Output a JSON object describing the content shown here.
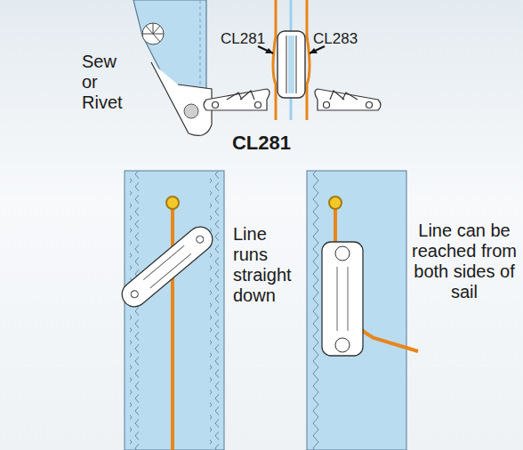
{
  "diagram": {
    "title": "CL281",
    "labels": [
      "Sew or Rivet",
      "CL281",
      "CL283",
      "Line runs straight down",
      "Line can be reached from both sides of sail"
    ]
  }
}
